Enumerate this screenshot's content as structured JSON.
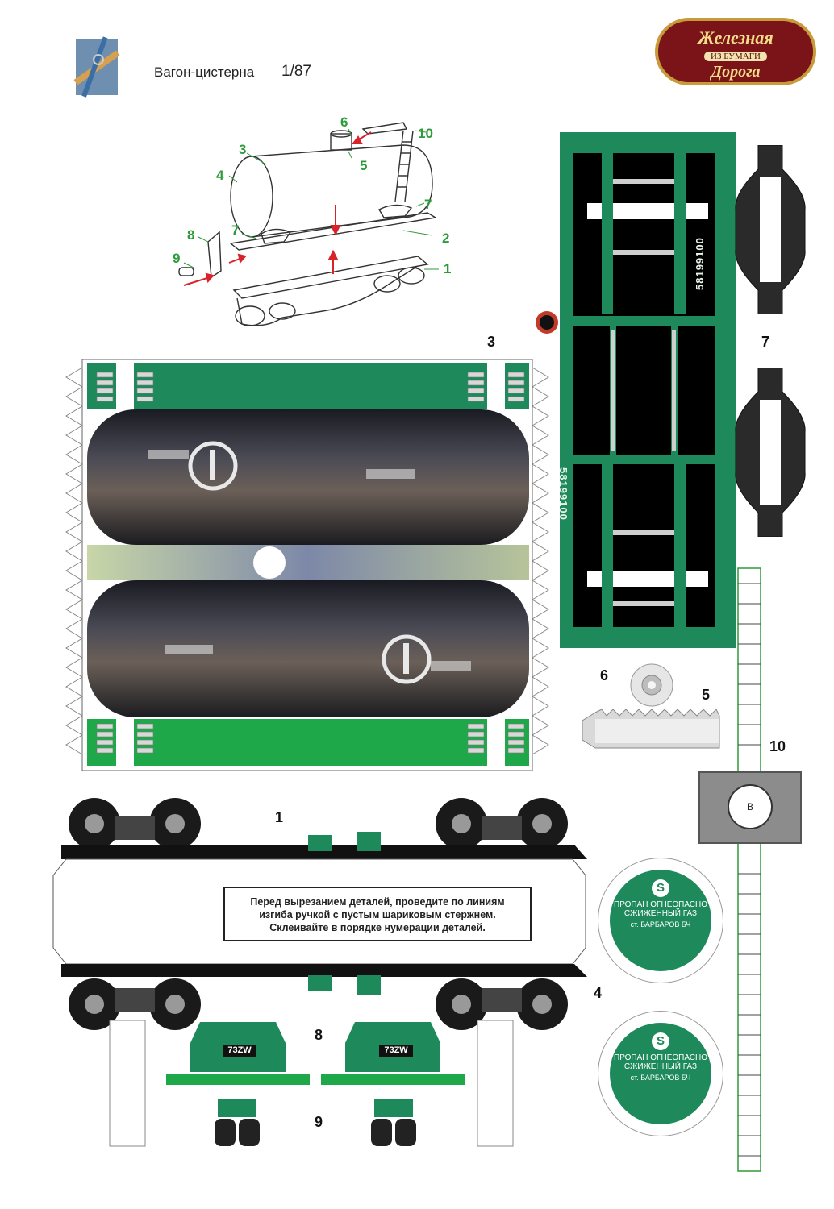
{
  "header": {
    "title": "Вагон-цистерна",
    "scale": "1/87"
  },
  "logo": {
    "line1": "Железная",
    "line2": "ИЗ БУМАГИ",
    "line3": "Дорога"
  },
  "diagram_labels": [
    "1",
    "2",
    "3",
    "4",
    "5",
    "6",
    "7",
    "7",
    "8",
    "9",
    "10"
  ],
  "part_labels": {
    "p1": "1",
    "p3": "3",
    "p4": "4",
    "p5": "5",
    "p6": "6",
    "p7": "7",
    "p8": "8",
    "p9": "9",
    "p10": "10"
  },
  "frame": {
    "car_number": "58199100"
  },
  "instructions": {
    "line1": "Перед вырезанием деталей, проведите по линиям",
    "line2": "изгиба ручкой с пустым шариковым стержнем.",
    "line3": "Склеивайте в порядке нумерации деталей."
  },
  "plate": {
    "line1": "ПРОПАН ОГНЕОПАСНО",
    "line2": "СЖИЖЕННЫЙ ГАЗ",
    "line3": "ст. БАРБАРОВ БЧ"
  },
  "hatch": {
    "label": "B"
  },
  "end_plate": {
    "code": "73ZW"
  },
  "colors": {
    "green": "#1e8a5c",
    "bright_green": "#1fa84a",
    "label_green": "#2e9b3a",
    "arrow_red": "#d9232b",
    "logo_red": "#7a1418"
  }
}
